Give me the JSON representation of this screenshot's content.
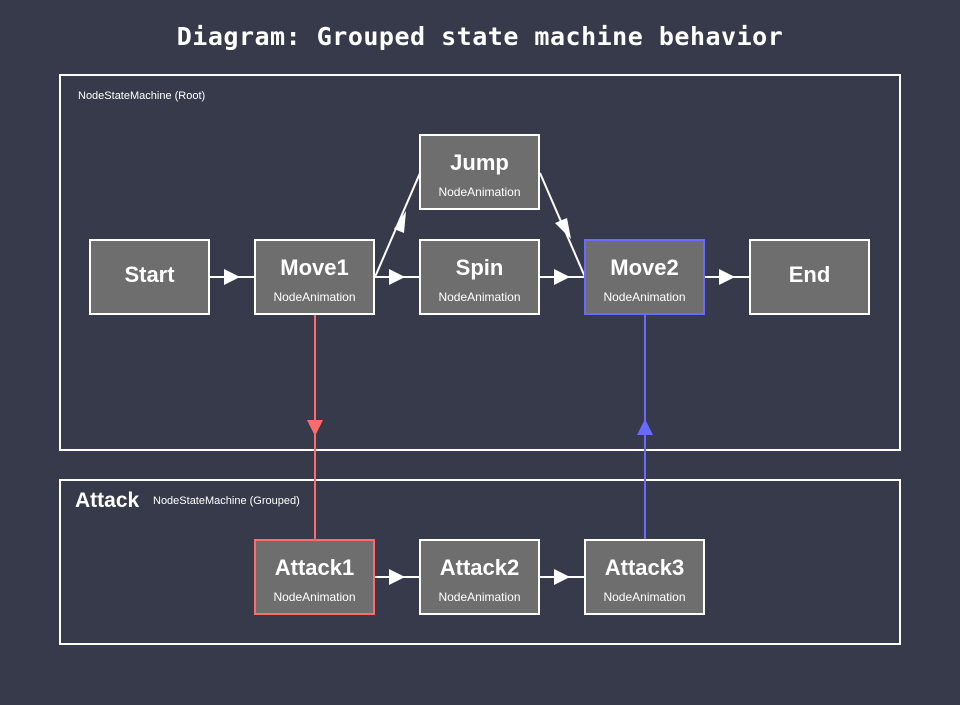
{
  "title": "Diagram: Grouped state machine behavior",
  "root_group": {
    "caption": "NodeStateMachine (Root)"
  },
  "attack_group": {
    "name": "Attack",
    "caption": "NodeStateMachine (Grouped)"
  },
  "nodes": {
    "start": {
      "title": "Start"
    },
    "move1": {
      "title": "Move1",
      "sub": "NodeAnimation"
    },
    "jump": {
      "title": "Jump",
      "sub": "NodeAnimation"
    },
    "spin": {
      "title": "Spin",
      "sub": "NodeAnimation"
    },
    "move2": {
      "title": "Move2",
      "sub": "NodeAnimation"
    },
    "end": {
      "title": "End"
    },
    "attack1": {
      "title": "Attack1",
      "sub": "NodeAnimation"
    },
    "attack2": {
      "title": "Attack2",
      "sub": "NodeAnimation"
    },
    "attack3": {
      "title": "Attack3",
      "sub": "NodeAnimation"
    }
  },
  "colors": {
    "background": "#373a4a",
    "node_fill": "#6e6e6e",
    "edge": "#ffffff",
    "enter_group": "#ff6b6b",
    "exit_group": "#6a6aff"
  }
}
